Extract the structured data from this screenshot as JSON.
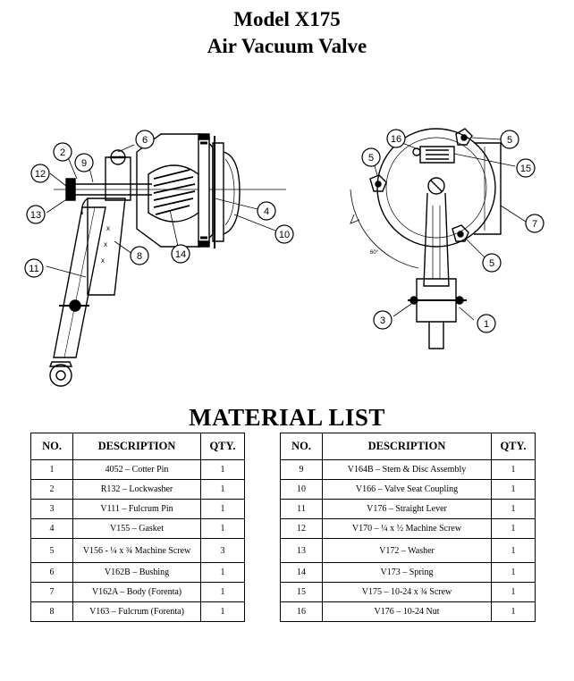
{
  "title": {
    "line1": "Model X175",
    "line2": "Air Vacuum Valve"
  },
  "drawing": {
    "left_callouts": [
      "2",
      "6",
      "9",
      "12",
      "13",
      "11",
      "8",
      "14",
      "4",
      "10"
    ],
    "right_callouts": [
      "16",
      "5",
      "15",
      "7",
      "5",
      "5",
      "3",
      "1"
    ],
    "angle_label": "60°"
  },
  "material_list": {
    "heading": "MATERIAL LIST",
    "headers": [
      "NO.",
      "DESCRIPTION",
      "QTY."
    ],
    "left_rows": [
      {
        "no": "1",
        "desc": "4052 – Cotter Pin",
        "qty": "1"
      },
      {
        "no": "2",
        "desc": "R132 – Lockwasher",
        "qty": "1"
      },
      {
        "no": "3",
        "desc": "V111 – Fulcrum Pin",
        "qty": "1"
      },
      {
        "no": "4",
        "desc": "V155 – Gasket",
        "qty": "1"
      },
      {
        "no": "5",
        "desc": "V156 - ¼ x ¾ Machine Screw",
        "qty": "3"
      },
      {
        "no": "6",
        "desc": "V162B – Bushing",
        "qty": "1"
      },
      {
        "no": "7",
        "desc": "V162A – Body (Forenta)",
        "qty": "1"
      },
      {
        "no": "8",
        "desc": "V163 – Fulcrum (Forenta)",
        "qty": "1"
      }
    ],
    "right_rows": [
      {
        "no": "9",
        "desc": "V164B – Stem & Disc Assembly",
        "qty": "1"
      },
      {
        "no": "10",
        "desc": "V166 – Valve Seat Coupling",
        "qty": "1"
      },
      {
        "no": "11",
        "desc": "V176 – Straight Lever",
        "qty": "1"
      },
      {
        "no": "12",
        "desc": "V170 – ¼ x ½ Machine Screw",
        "qty": "1"
      },
      {
        "no": "13",
        "desc": "V172 – Washer",
        "qty": "1"
      },
      {
        "no": "14",
        "desc": "V173 – Spring",
        "qty": "1"
      },
      {
        "no": "15",
        "desc": "V175 – 10-24 x ¾ Screw",
        "qty": "1"
      },
      {
        "no": "16",
        "desc": "V176 – 10-24 Nut",
        "qty": "1"
      }
    ]
  }
}
